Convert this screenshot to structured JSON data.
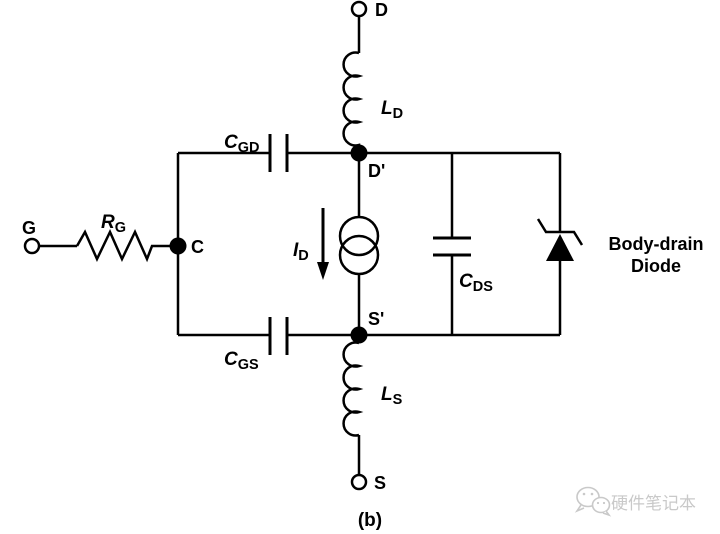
{
  "colors": {
    "line": "#000000",
    "background": "#ffffff",
    "watermark": "#c9c9c9"
  },
  "figure": {
    "label": "(b)"
  },
  "terminals": {
    "drain": "D",
    "gate": "G",
    "source": "S"
  },
  "nodes": {
    "internal_gate": "C",
    "internal_drain": "D'",
    "internal_source": "S'"
  },
  "components": {
    "gate_resistance": {
      "symbol": "R",
      "subscript": "G"
    },
    "drain_inductance": {
      "symbol": "L",
      "subscript": "D"
    },
    "source_inductance": {
      "symbol": "L",
      "subscript": "S"
    },
    "gate_drain_capacitance": {
      "symbol": "C",
      "subscript": "GD"
    },
    "gate_source_capacitance": {
      "symbol": "C",
      "subscript": "GS"
    },
    "drain_source_capacitance": {
      "symbol": "C",
      "subscript": "DS"
    },
    "drain_current": {
      "symbol": "I",
      "subscript": "D"
    }
  },
  "annotations": {
    "body_diode_line1": "Body-drain",
    "body_diode_line2": "Diode"
  },
  "watermark": {
    "logo_icon": "wechat-icon",
    "text": "硬件笔记本"
  }
}
